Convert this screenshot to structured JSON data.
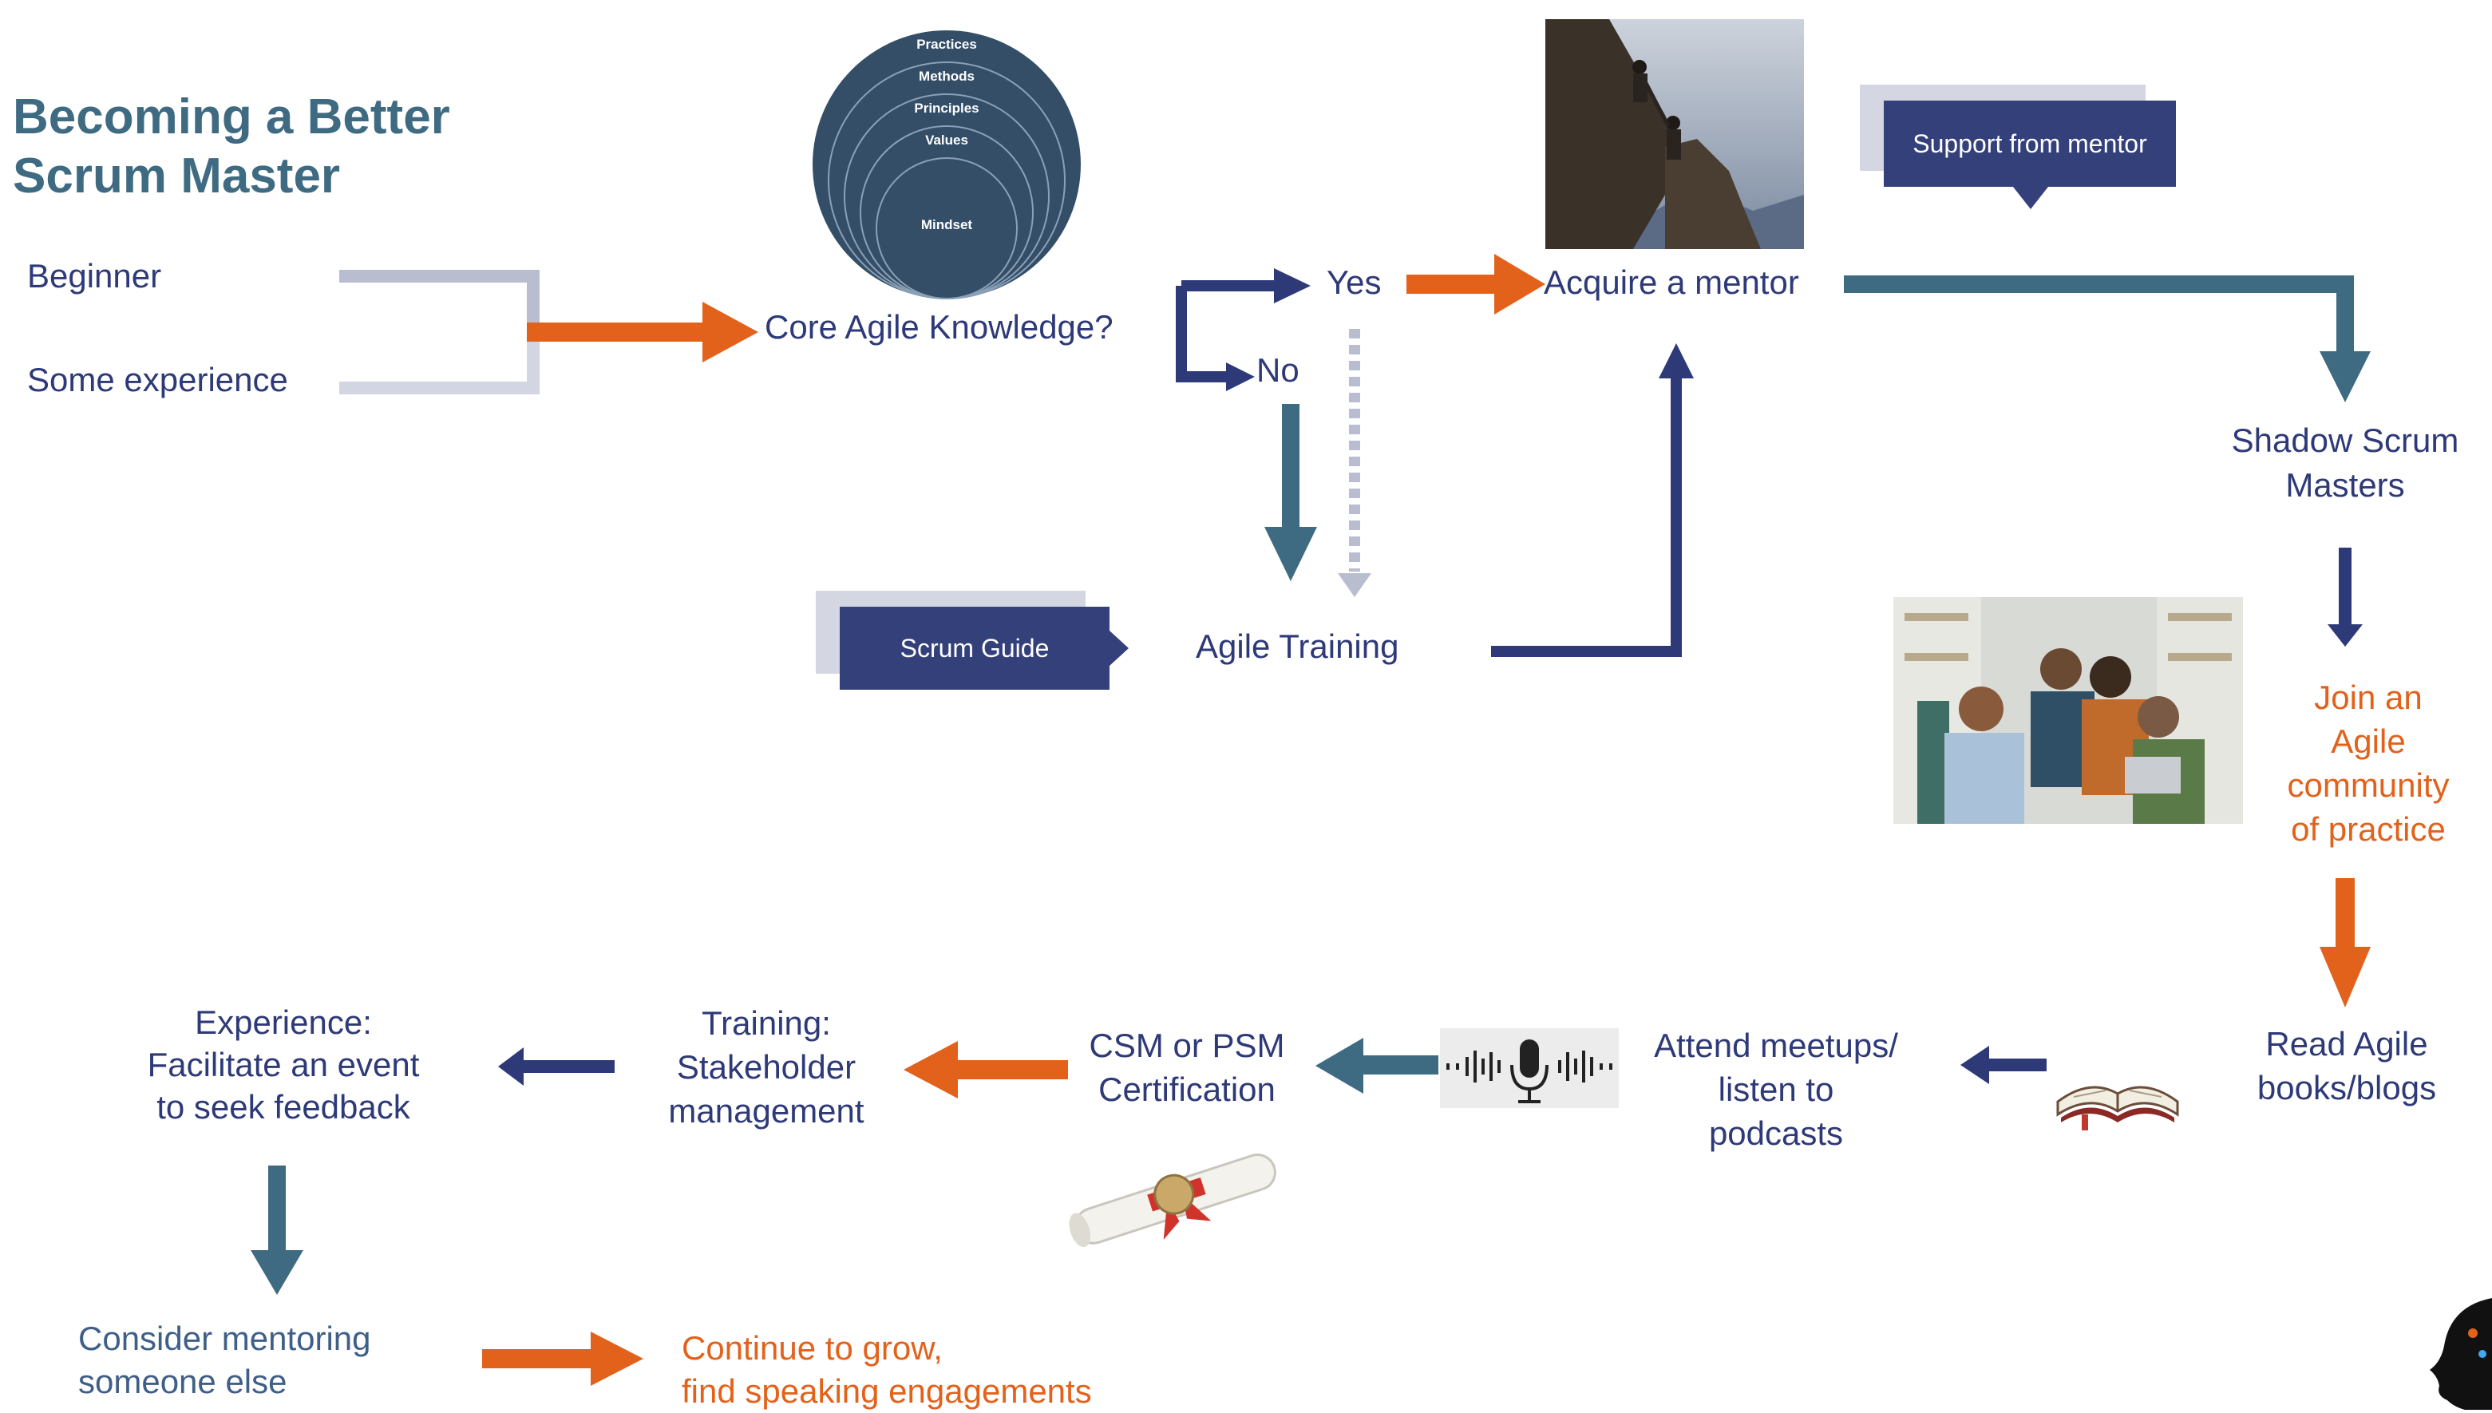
{
  "title_line1": "Becoming a Better",
  "title_line2": "Scrum Master",
  "start": {
    "beginner": "Beginner",
    "some_experience": "Some experience"
  },
  "circle_layers": [
    "Practices",
    "Methods",
    "Principles",
    "Values",
    "Mindset"
  ],
  "decision": {
    "question": "Core Agile Knowledge?",
    "yes": "Yes",
    "no": "No"
  },
  "scrum_guide": "Scrum Guide",
  "agile_training": "Agile Training",
  "acquire_mentor": "Acquire a mentor",
  "support_from_mentor": "Support from mentor",
  "shadow": {
    "line1": "Shadow Scrum",
    "line2": "Masters"
  },
  "join": {
    "line1": "Join an",
    "line2": "Agile",
    "line3": "community",
    "line4": "of practice"
  },
  "read": {
    "line1": "Read Agile",
    "line2": "books/blogs"
  },
  "attend": {
    "line1": "Attend meetups/",
    "line2": "listen to",
    "line3": "podcasts"
  },
  "cert": {
    "line1": "CSM or PSM",
    "line2": "Certification"
  },
  "training": {
    "line1": "Training:",
    "line2": "Stakeholder",
    "line3": "management"
  },
  "experience": {
    "line1": "Experience:",
    "line2": "Facilitate an event",
    "line3": "to seek feedback"
  },
  "consider": {
    "line1": "Consider mentoring",
    "line2": "someone else"
  },
  "continue": {
    "line1": "Continue to grow,",
    "line2": "find speaking engagements"
  },
  "colors": {
    "navy": "#2e3a78",
    "teal": "#3f6b82",
    "orange": "#e2621b",
    "light_gray": "#c3c7d6"
  }
}
